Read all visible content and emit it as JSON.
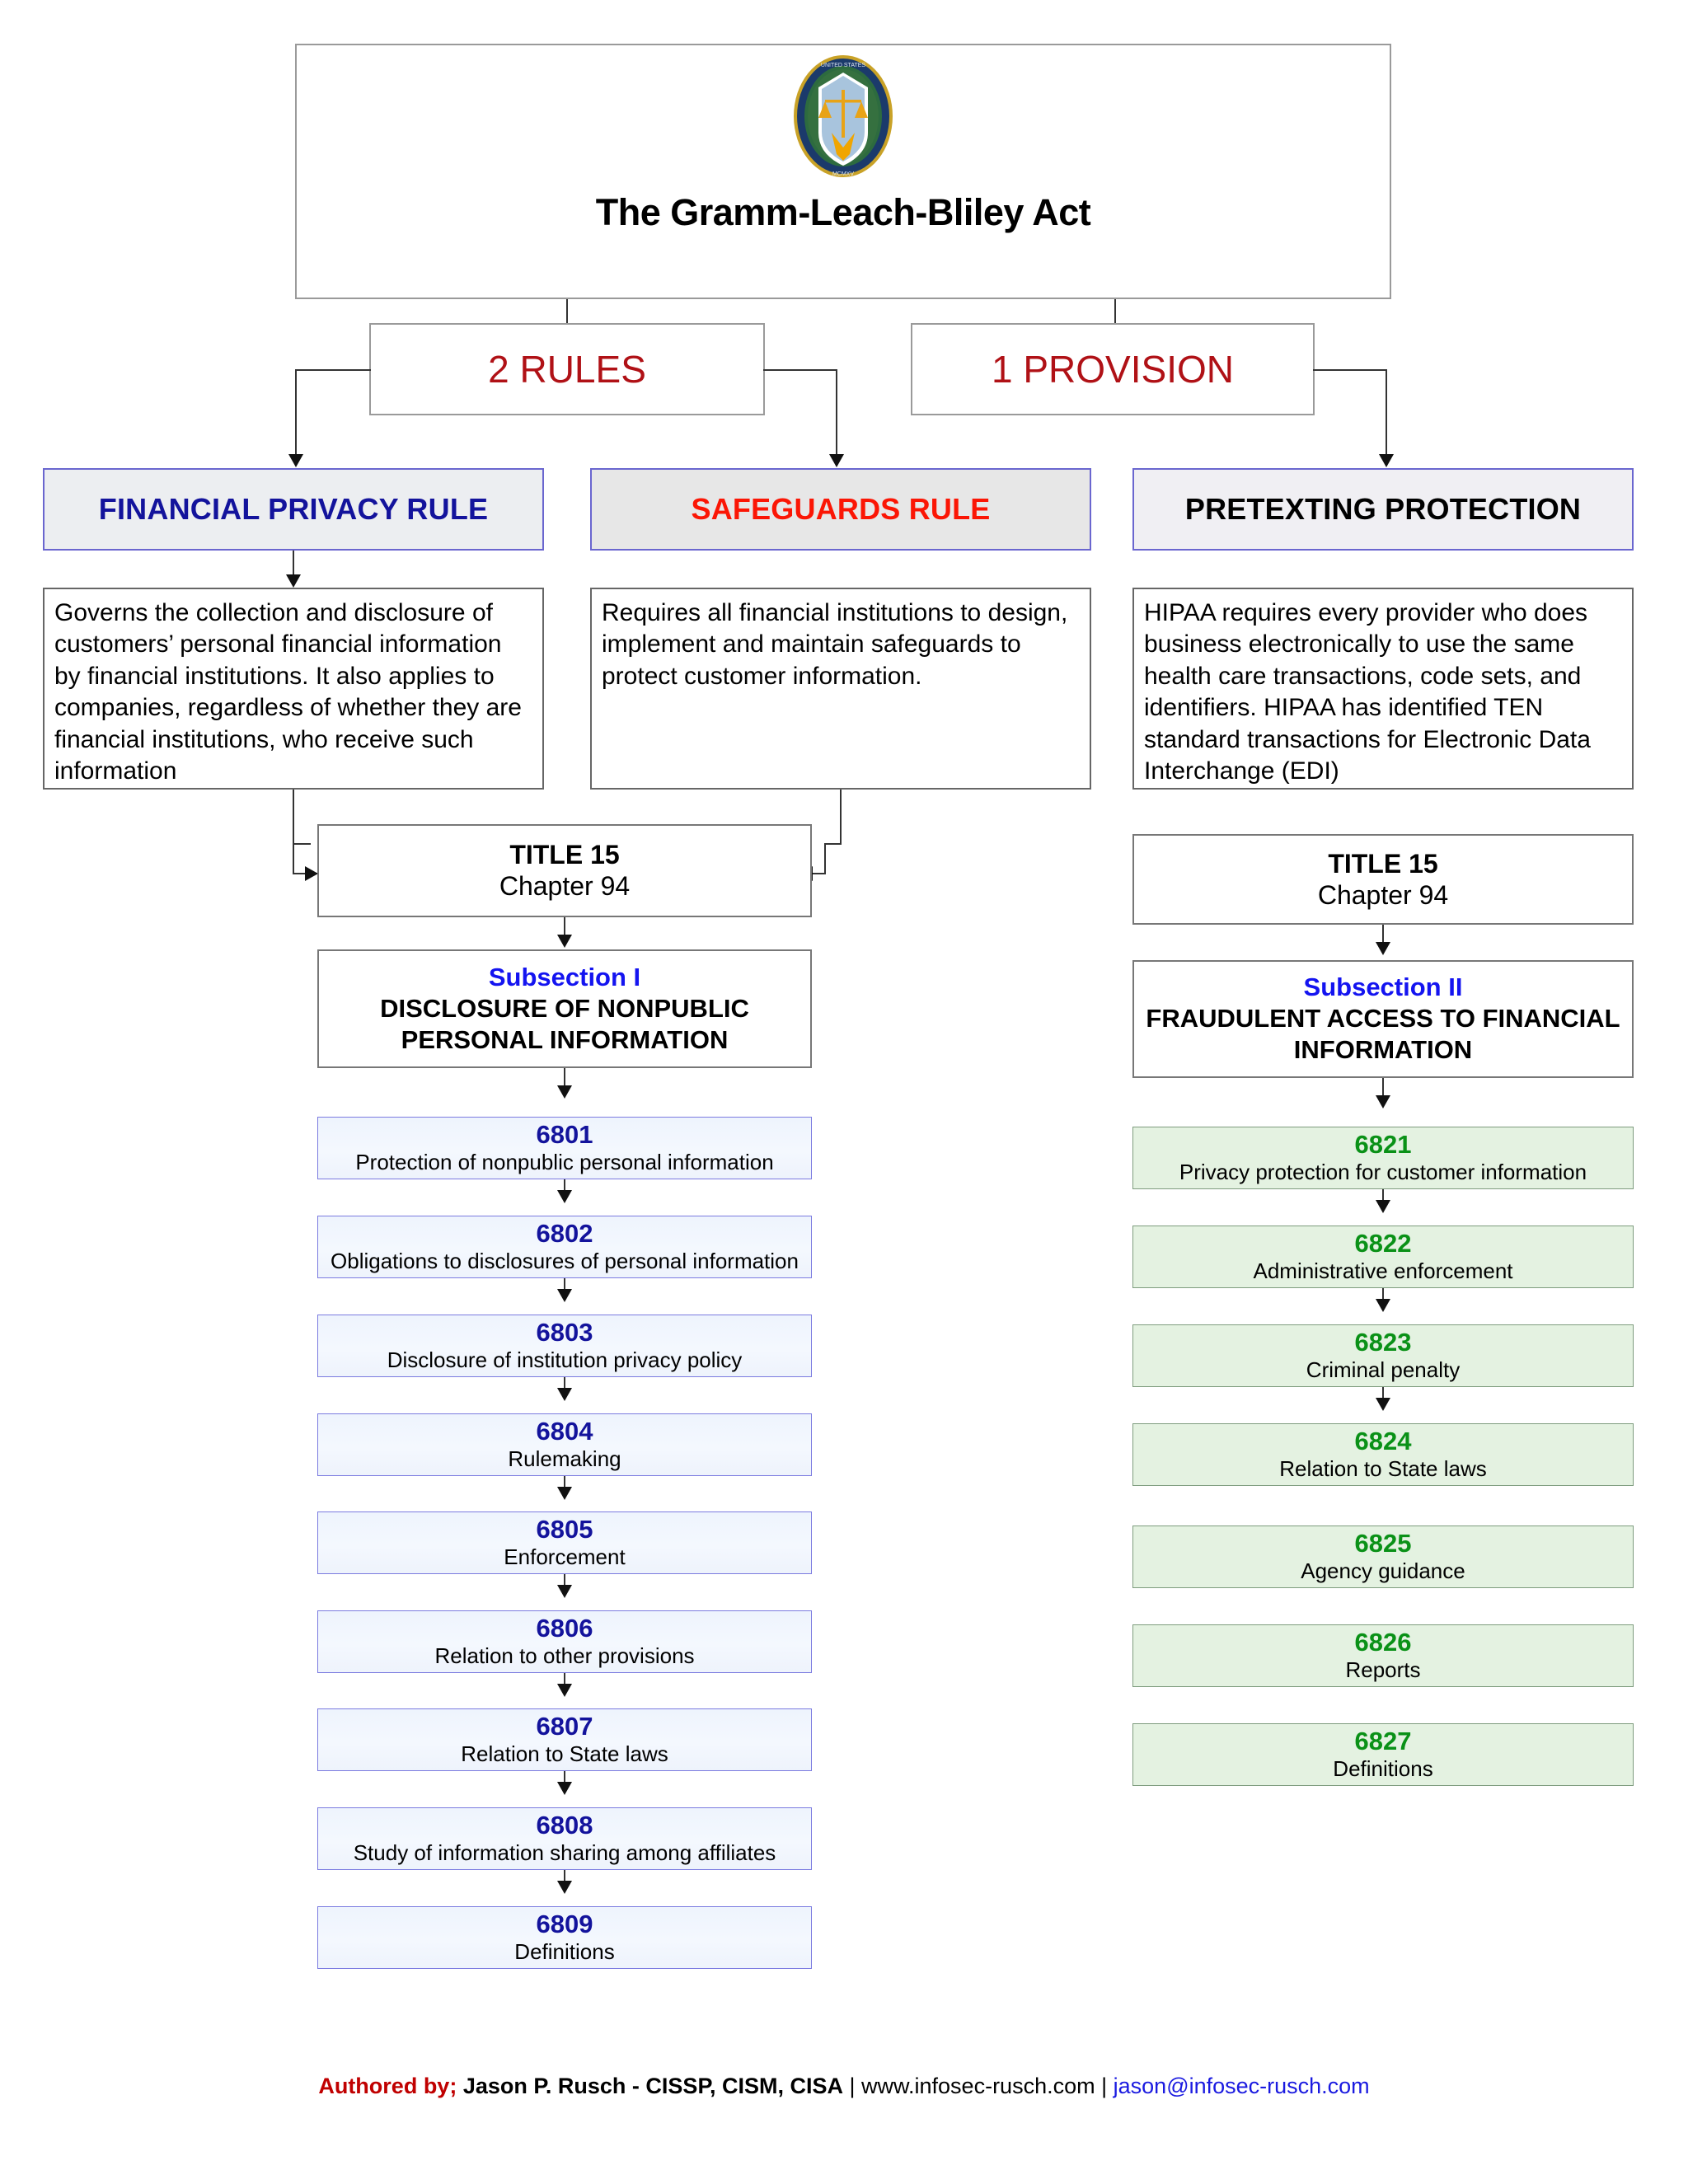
{
  "title": {
    "text": "The Gramm-Leach-Bliley Act",
    "seal_name": "ftc-seal"
  },
  "split": {
    "rules": "2 RULES",
    "provision": "1 PROVISION"
  },
  "columns": [
    {
      "header": "FINANCIAL PRIVACY RULE",
      "header_color": "#13139c",
      "description": "Governs the collection and disclosure of customers’ personal financial information by financial institutions. It also applies to companies, regardless of whether they are financial institutions, who receive such information"
    },
    {
      "header": "SAFEGUARDS RULE",
      "header_color": "#fb1605",
      "description": "Requires all financial institutions to design, implement and maintain safeguards to protect customer information."
    },
    {
      "header": "PRETEXTING PROTECTION",
      "header_color": "#000000",
      "description": "HIPAA requires every provider who does business electronically to use the same health care transactions, code sets, and identifiers. HIPAA has identified TEN standard transactions for Electronic Data Interchange (EDI)"
    }
  ],
  "title15_left": {
    "line1": "TITLE 15",
    "line2": "Chapter 94"
  },
  "title15_right": {
    "line1": "TITLE 15",
    "line2": "Chapter 94"
  },
  "subsection_left": {
    "label": "Subsection I",
    "name": "DISCLOSURE OF NONPUBLIC PERSONAL INFORMATION"
  },
  "subsection_right": {
    "label": "Subsection II",
    "name": "FRAUDULENT ACCESS TO FINANCIAL INFORMATION"
  },
  "sections_left": [
    {
      "num": "6801",
      "label": "Protection of nonpublic personal information"
    },
    {
      "num": "6802",
      "label": "Obligations to disclosures of personal information"
    },
    {
      "num": "6803",
      "label": "Disclosure of institution privacy policy"
    },
    {
      "num": "6804",
      "label": "Rulemaking"
    },
    {
      "num": "6805",
      "label": "Enforcement"
    },
    {
      "num": "6806",
      "label": "Relation to other provisions"
    },
    {
      "num": "6807",
      "label": "Relation to State laws"
    },
    {
      "num": "6808",
      "label": "Study of information sharing among affiliates"
    },
    {
      "num": "6809",
      "label": "Definitions"
    }
  ],
  "sections_right": [
    {
      "num": "6821",
      "label": "Privacy protection for customer information"
    },
    {
      "num": "6822",
      "label": "Administrative enforcement"
    },
    {
      "num": "6823",
      "label": "Criminal penalty"
    },
    {
      "num": "6824",
      "label": "Relation to State laws"
    },
    {
      "num": "6825",
      "label": "Agency guidance"
    },
    {
      "num": "6826",
      "label": "Reports"
    },
    {
      "num": "6827",
      "label": "Definitions"
    }
  ],
  "footer": {
    "authored": "Authored by;",
    "author_name": "Jason P. Rusch - CISSP, CISM, CISA",
    "separator1": " | ",
    "website": "www.infosec-rusch.com",
    "separator2": " | ",
    "email": "jason@infosec-rusch.com"
  },
  "colors": {
    "accent_blue": "#13139c",
    "accent_red": "#b01116",
    "accent_green": "#0a9117",
    "link_blue": "#1a1ae0"
  }
}
